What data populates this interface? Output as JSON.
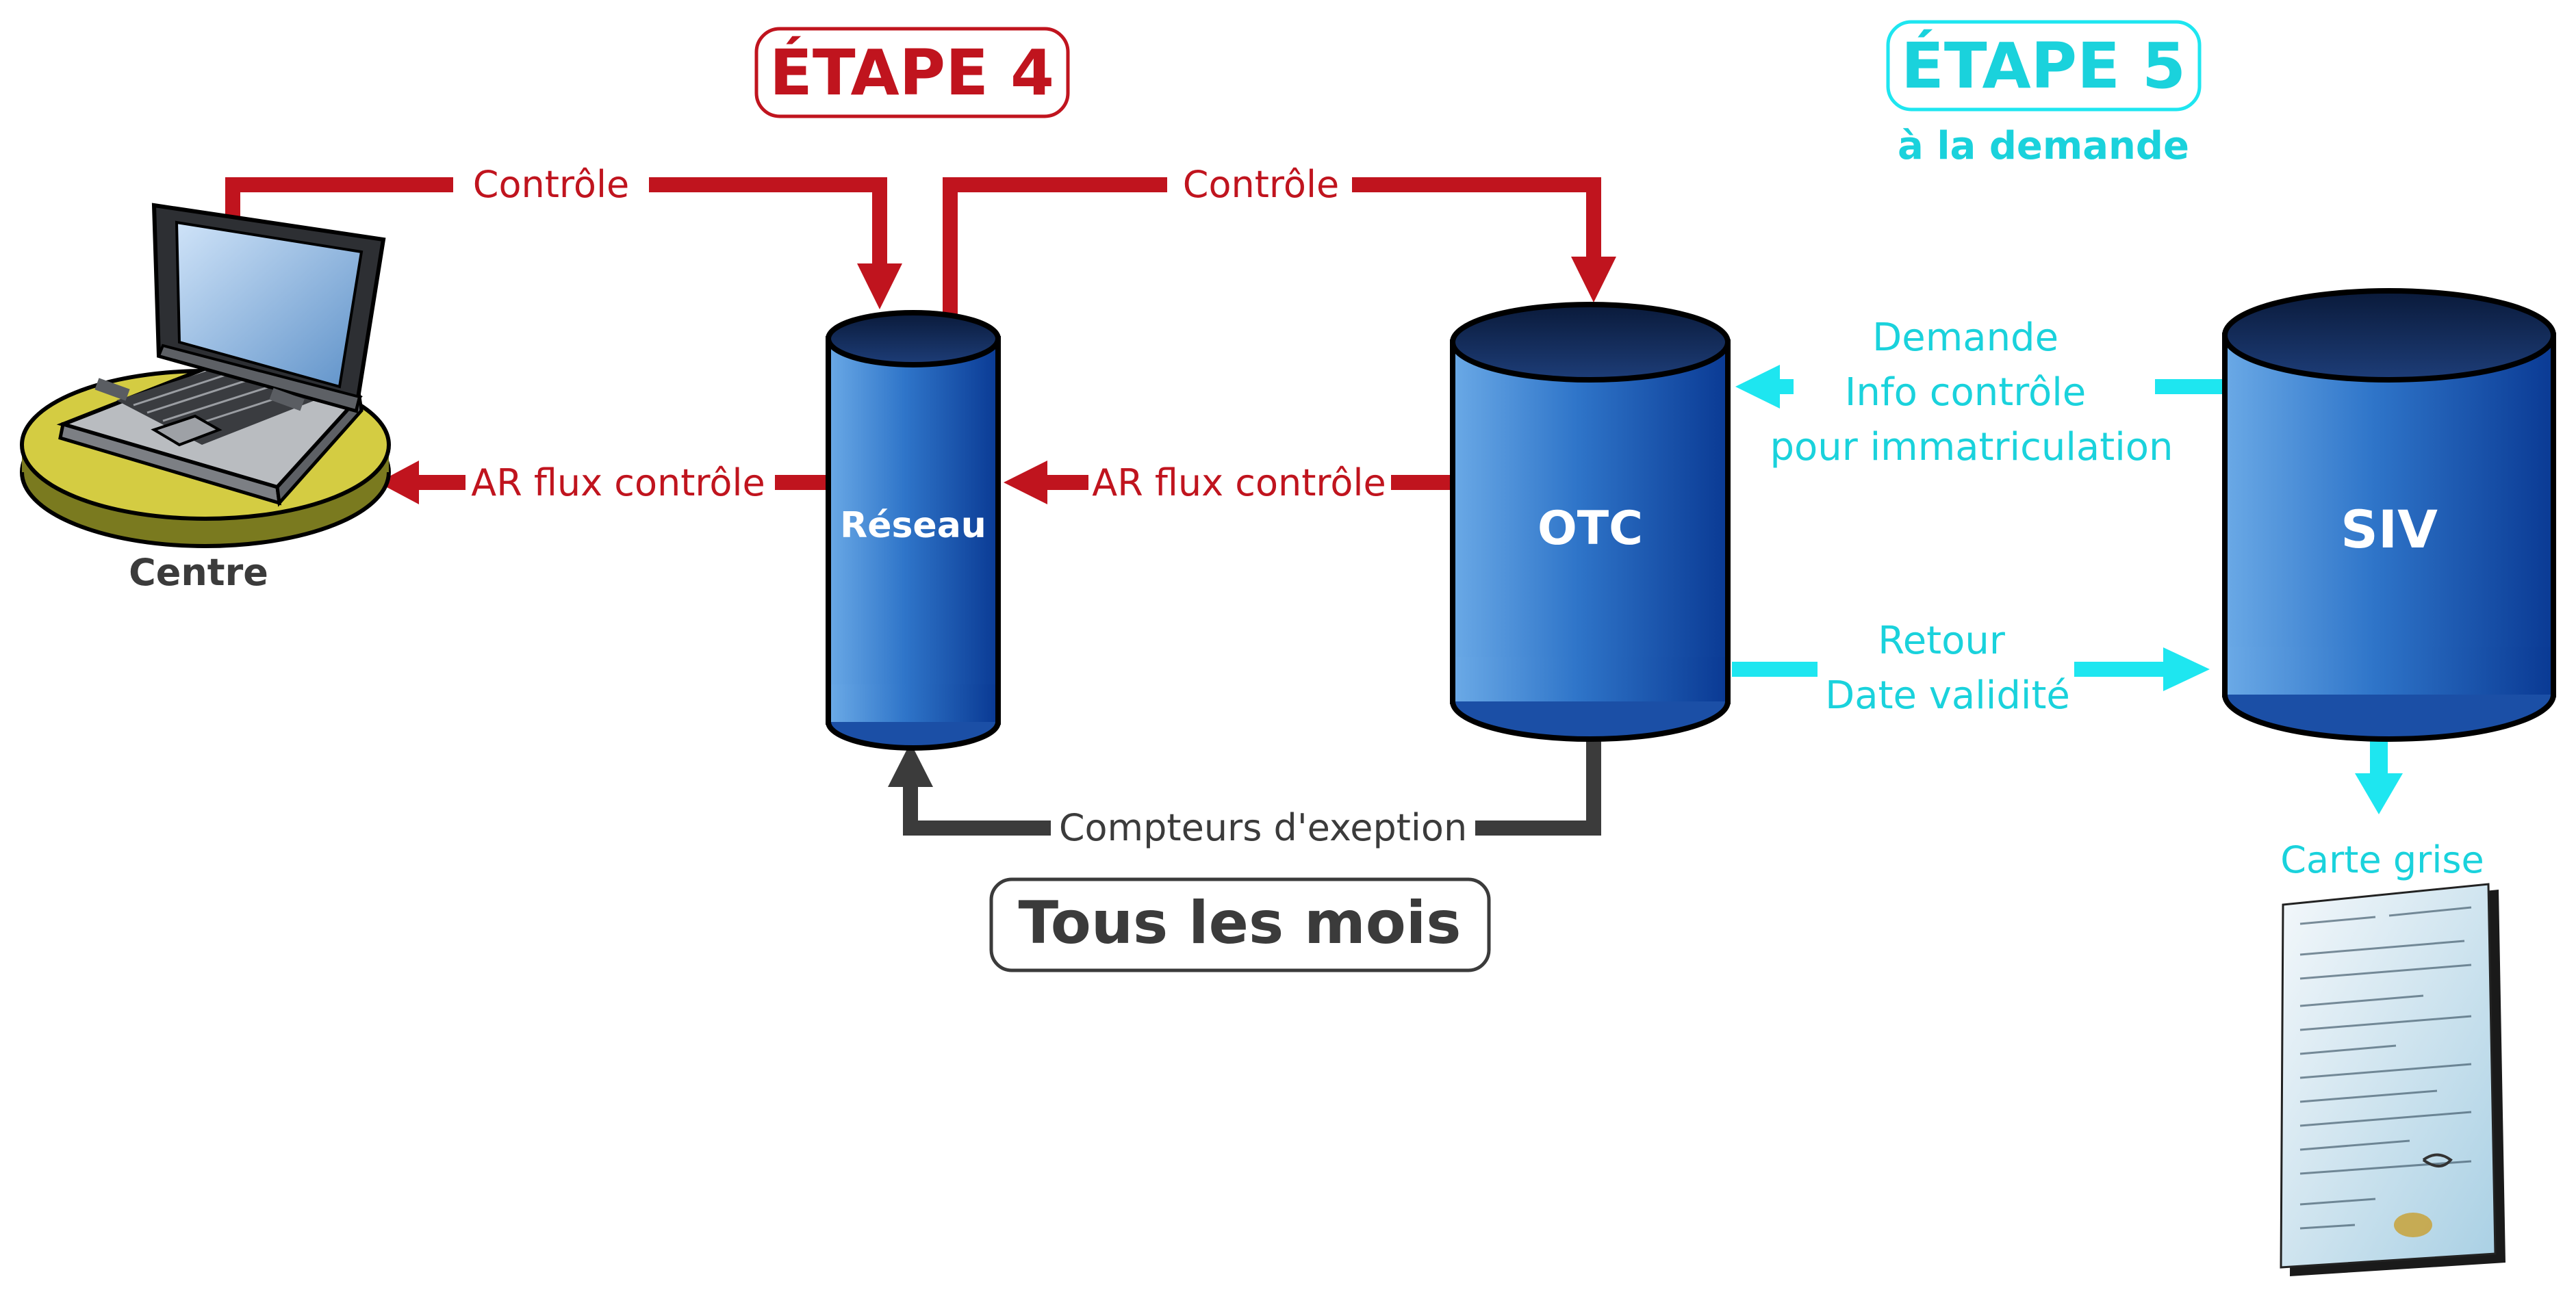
{
  "step4": {
    "title": "ÉTAPE 4"
  },
  "step5": {
    "title": "ÉTAPE 5",
    "subtitle": "à la demande"
  },
  "colors": {
    "red": "#c0141e",
    "cyan": "#1ee6f0",
    "dark": "#3b3b3b",
    "cyl_light": "#5b9ee0",
    "cyl_dark": "#0d3f9a"
  },
  "nodes": {
    "centre": {
      "label": "Centre"
    },
    "reseau": {
      "label": "Réseau"
    },
    "otc": {
      "label": "OTC"
    },
    "siv": {
      "label": "SIV"
    }
  },
  "arrows": {
    "controle_1": "Contrôle",
    "controle_2": "Contrôle",
    "ar_flux_1": "AR flux contrôle",
    "ar_flux_2": "AR flux contrôle",
    "compteurs": "Compteurs d'exeption",
    "demande": [
      "Demande",
      "Info contrôle",
      "pour immatriculation"
    ],
    "retour": [
      "Retour",
      "Date validité"
    ],
    "carte_grise": "Carte grise"
  },
  "schedule": {
    "label": "Tous les mois"
  }
}
